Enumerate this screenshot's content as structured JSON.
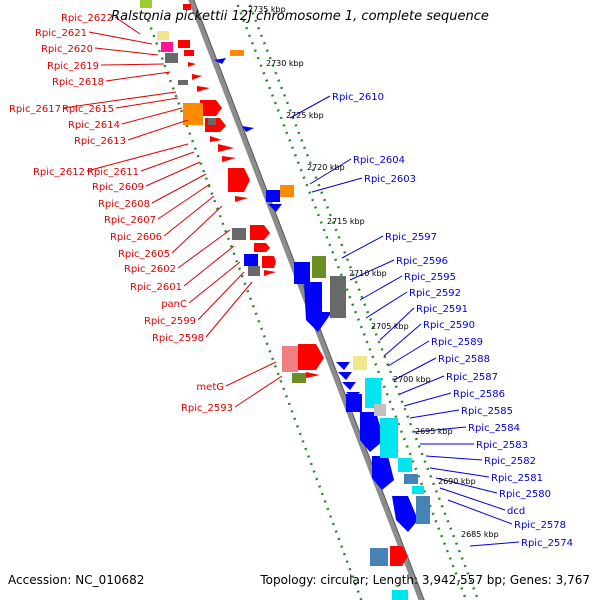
{
  "title": "Ralstonia pickettii 12J chromosome 1, complete sequence",
  "footer": {
    "accession": "Accession: NC_010682",
    "info": "Topology: circular; Length: 3,942,557 bp; Genes: 3,767"
  },
  "colors": {
    "left_label": "#e00000",
    "right_label": "#0000e0",
    "backbone": "#8c8c8c",
    "tick": "#2a8a2a"
  },
  "kbp_labels": [
    {
      "text": "2735 kbp",
      "pos": 0
    },
    {
      "text": "2730 kbp",
      "pos": 1
    },
    {
      "text": "2725 kbp",
      "pos": 2
    },
    {
      "text": "2720 kbp",
      "pos": 3
    },
    {
      "text": "2715 kbp",
      "pos": 4
    },
    {
      "text": "2710 kbp",
      "pos": 5
    },
    {
      "text": "2705 kbp",
      "pos": 6
    },
    {
      "text": "2700 kbp",
      "pos": 7
    },
    {
      "text": "2695 kbp",
      "pos": 8
    },
    {
      "text": "2690 kbp",
      "pos": 9
    },
    {
      "text": "2685 kbp",
      "pos": 10
    }
  ],
  "left_genes": [
    "Rpic_2622",
    "Rpic_2621",
    "Rpic_2620",
    "Rpic_2619",
    "Rpic_2618",
    "Rpic_2617",
    "Rpic_2615",
    "Rpic_2614",
    "Rpic_2613",
    "Rpic_2612",
    "Rpic_2611",
    "Rpic_2609",
    "Rpic_2608",
    "Rpic_2607",
    "Rpic_2606",
    "Rpic_2605",
    "Rpic_2602",
    "Rpic_2601",
    "panC",
    "Rpic_2599",
    "Rpic_2598",
    "metG",
    "Rpic_2593"
  ],
  "right_genes": [
    "Rpic_2610",
    "Rpic_2604",
    "Rpic_2603",
    "Rpic_2597",
    "Rpic_2596",
    "Rpic_2595",
    "Rpic_2592",
    "Rpic_2591",
    "Rpic_2590",
    "Rpic_2589",
    "Rpic_2588",
    "Rpic_2587",
    "Rpic_2586",
    "Rpic_2585",
    "Rpic_2584",
    "Rpic_2583",
    "Rpic_2582",
    "Rpic_2581",
    "Rpic_2580",
    "dcd",
    "Rpic_2578",
    "Rpic_2574"
  ]
}
